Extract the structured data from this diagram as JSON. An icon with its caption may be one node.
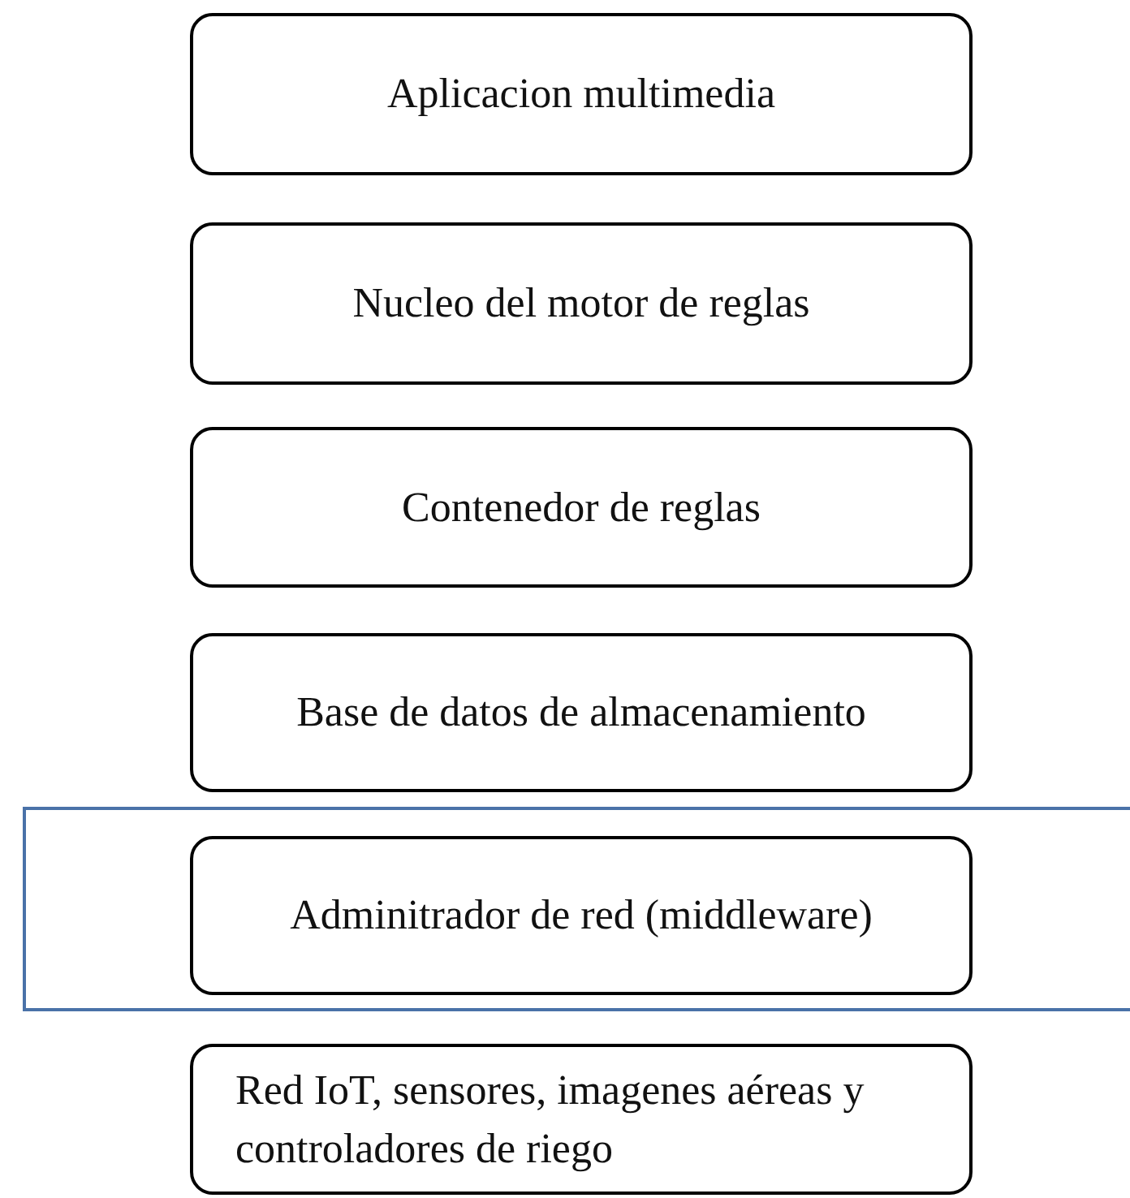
{
  "diagram": {
    "nodes": [
      {
        "text": [
          "Aplicacion multimedia"
        ]
      },
      {
        "text": [
          "Nucleo del motor de reglas"
        ]
      },
      {
        "text": [
          "Contenedor de reglas"
        ]
      },
      {
        "text": [
          "Base de datos de almacenamiento"
        ]
      },
      {
        "text": [],
        "shape": "box"
      },
      {
        "text": [
          "Adminitrador de red (middleware)"
        ],
        "in": 4
      },
      {
        "text": [
          "Red IoT, sensores, imagenes aéreas y controladores de riego"
        ]
      }
    ]
  }
}
